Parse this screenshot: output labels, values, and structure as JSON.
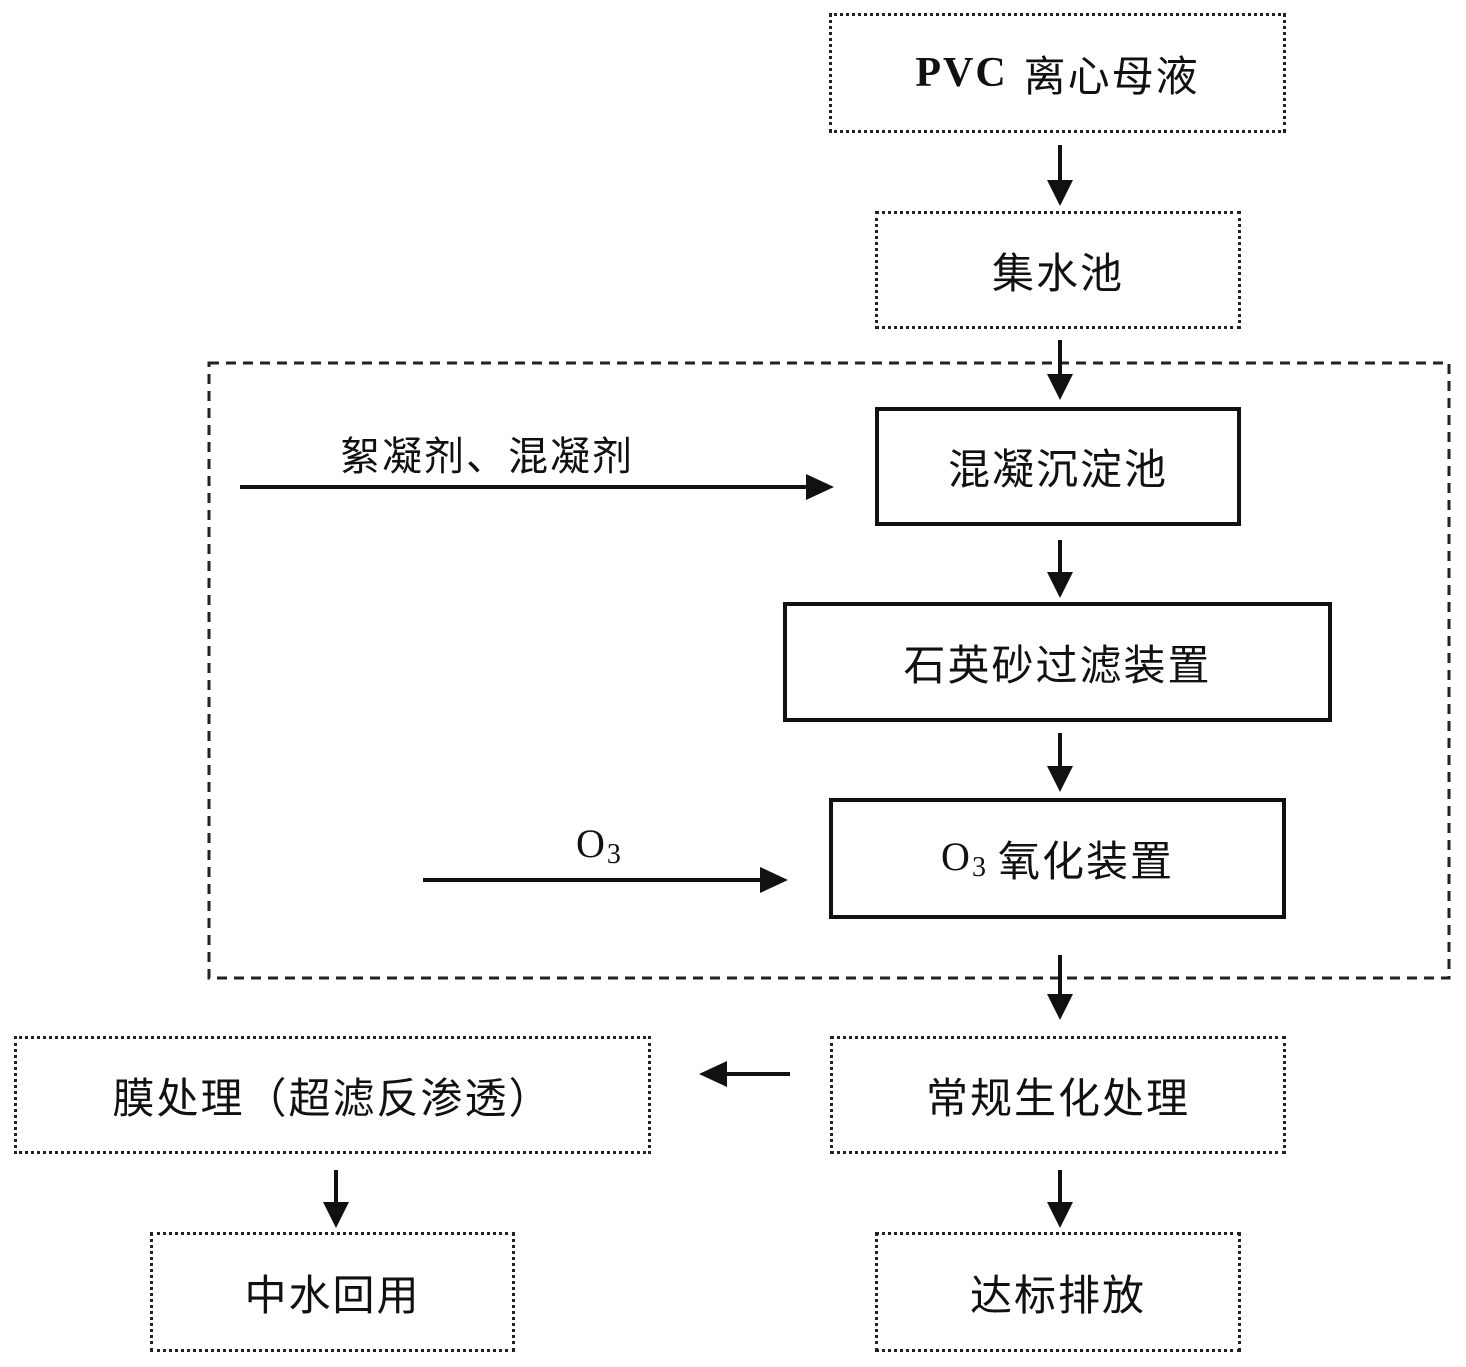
{
  "nodes": {
    "pvc_mother_liquor": {
      "latin": "PVC",
      "text": "离心母液"
    },
    "collection_tank": "集水池",
    "coagulation_sedimentation_tank": "混凝沉淀池",
    "quartz_sand_filter": "石英砂过滤装置",
    "ozone_oxidation": {
      "o": "O",
      "sub": "3",
      "text": "氧化装置"
    },
    "biochemical_treatment": "常规生化处理",
    "membrane_treatment": "膜处理（超滤反渗透）",
    "water_reuse": "中水回用",
    "standard_discharge": "达标排放"
  },
  "inputs": {
    "flocculant": "絮凝剂、混凝剂",
    "ozone": {
      "o": "O",
      "sub": "3"
    }
  }
}
